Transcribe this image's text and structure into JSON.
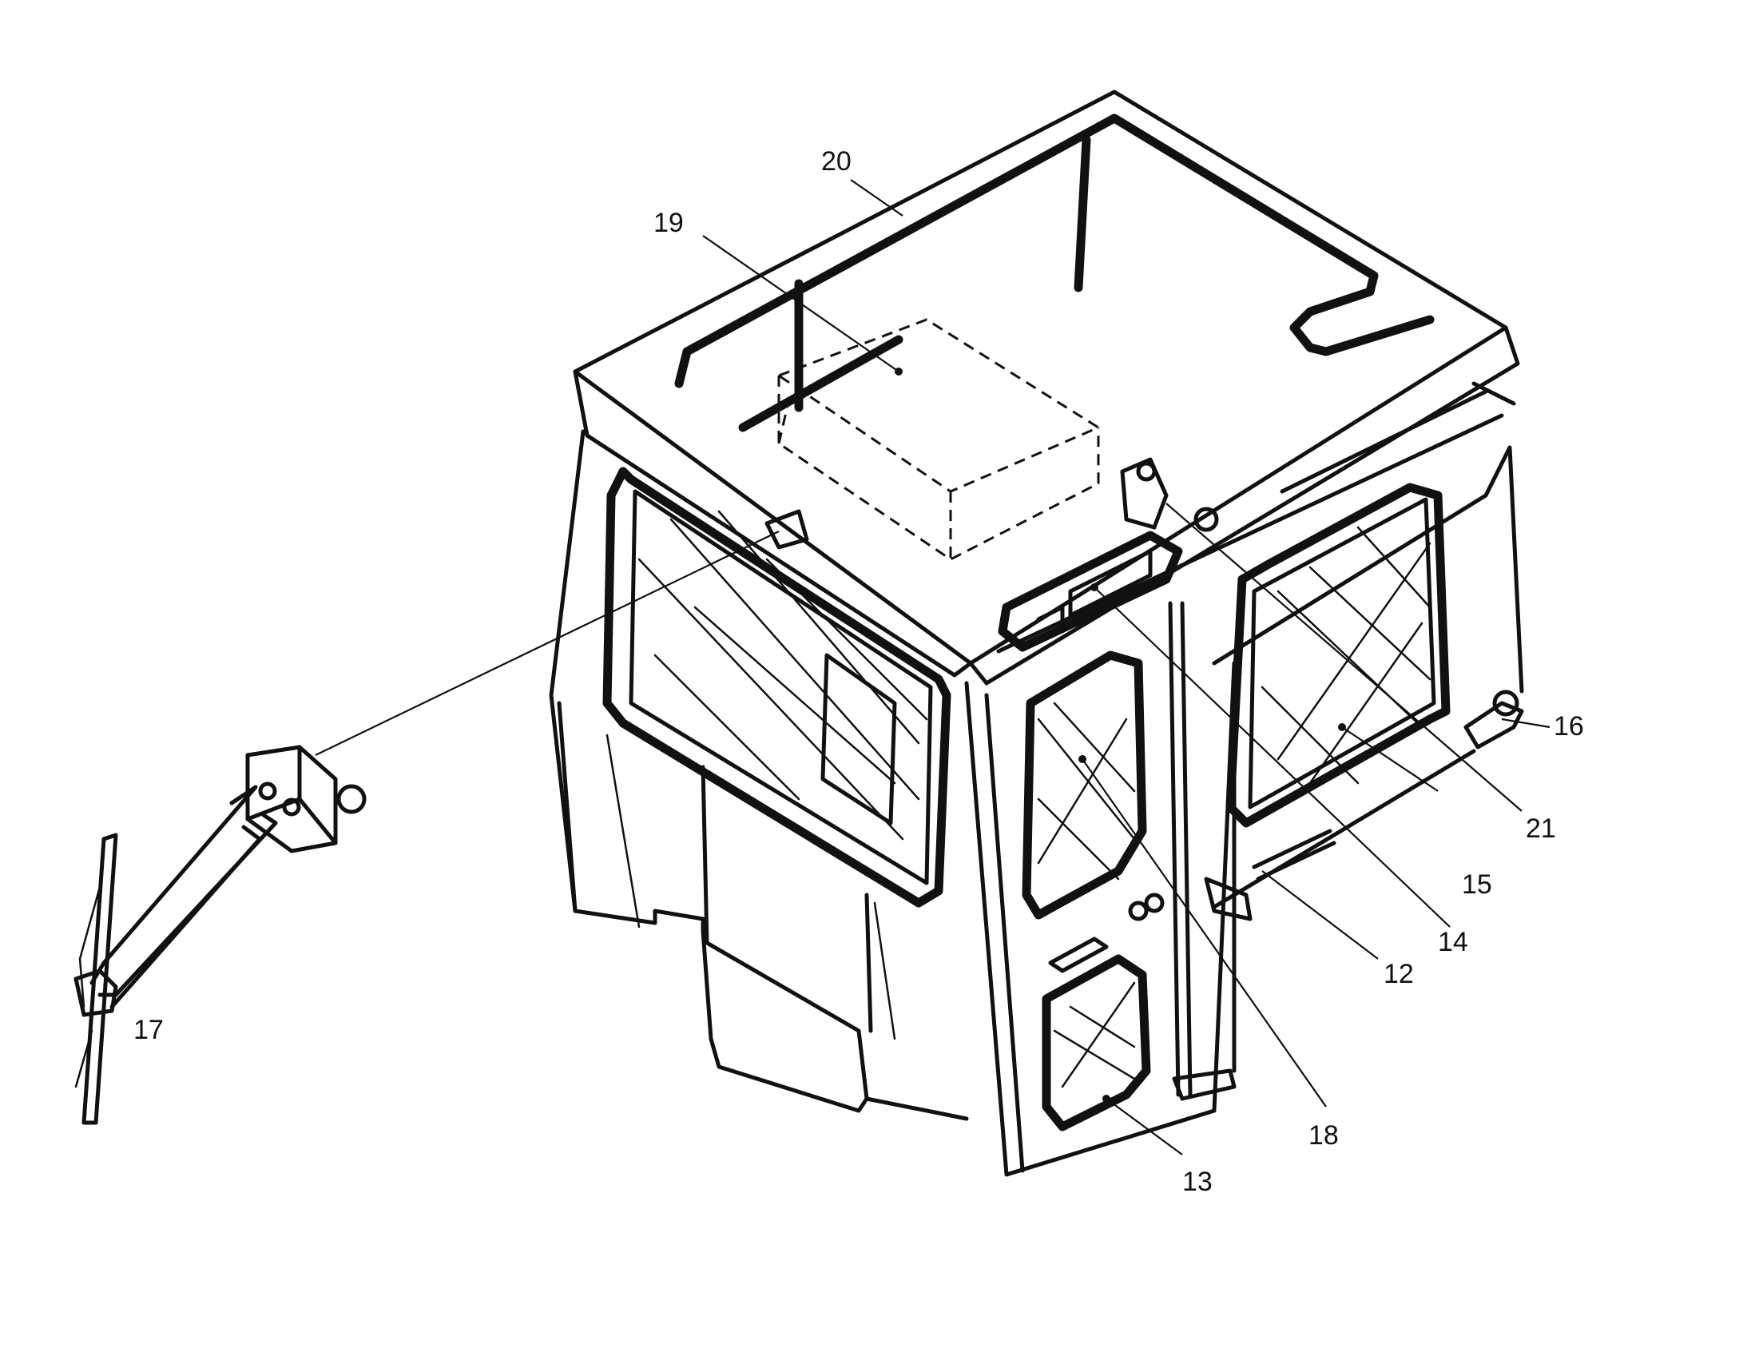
{
  "callouts": {
    "c12": "12",
    "c13": "13",
    "c14": "14",
    "c15": "15",
    "c16": "16",
    "c17": "17",
    "c18": "18",
    "c19": "19",
    "c20": "20",
    "c21": "21"
  }
}
